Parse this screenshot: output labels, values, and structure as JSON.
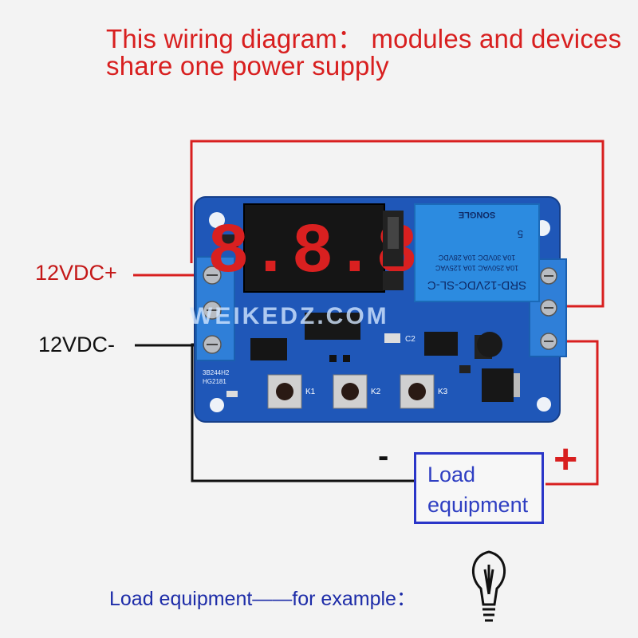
{
  "title": {
    "line1": "This wiring diagram： modules and devices",
    "line2": "share one power supply"
  },
  "power_labels": {
    "positive": "12VDC+",
    "negative": "12VDC-"
  },
  "load": {
    "line1": "Load",
    "line2": "equipment",
    "minus_sign": "-",
    "plus_sign": "+"
  },
  "board": {
    "display": "8.8.8",
    "relay_line1": "SRD-12VDC-SL-C",
    "relay_line2": "10A 250VAC  10A 125VAC",
    "relay_line3": "10A 30VDC  10A 28VDC",
    "relay_brand": "SONGLE",
    "relay_num": "5",
    "button_labels": [
      "K1",
      "K2",
      "K3"
    ],
    "silk_code1": "3B244H2",
    "silk_code2": "HG2181",
    "c2_label": "C2"
  },
  "bottom_caption": "Load equipment——for example：",
  "watermark": "WEIKEDZ.COM",
  "colors": {
    "title": "#d81f1f",
    "wire_positive": "#d81f1f",
    "wire_negative": "#111111",
    "load_border": "#2a35c8",
    "pcb": "#1f57b8",
    "terminal": "#2f7fd8",
    "display": "#d92020"
  },
  "icons": [
    "light-bulb-icon"
  ]
}
